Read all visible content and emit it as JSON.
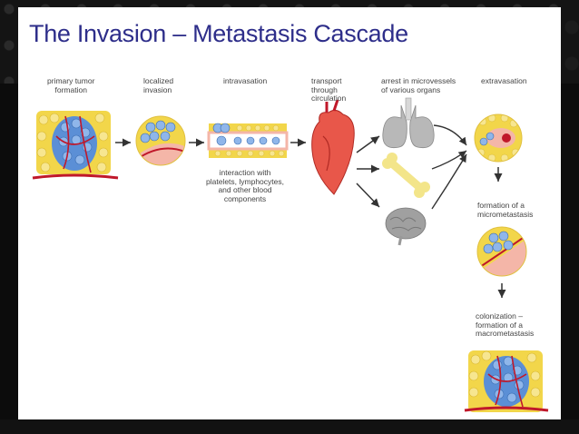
{
  "slide": {
    "title": "The Invasion – Metastasis Cascade"
  },
  "steps": {
    "primary_tumor": [
      "primary tumor",
      "formation"
    ],
    "localized_invasion": [
      "localized",
      "invasion"
    ],
    "intravasation": [
      "intravasation"
    ],
    "transport": [
      "transport",
      "through",
      "circulation"
    ],
    "arrest": [
      "arrest in microvessels",
      "of various organs"
    ],
    "extravasation": [
      "extravasation"
    ],
    "interaction": [
      "interaction with",
      "platelets, lymphocytes,",
      "and other blood",
      "components"
    ],
    "micrometastasis": [
      "formation of a",
      "micrometastasis"
    ],
    "colonization": [
      "colonization –",
      "formation of a",
      "macrometastasis"
    ]
  },
  "colors": {
    "title": "#2e2e8a",
    "tumor_cell": "#5b8fd6",
    "tissue_cell": "#f2d64a",
    "vessel": "#c0182a",
    "stroma": "#f4b6a8",
    "heart": "#e8574a",
    "lung": "#b8b8b8",
    "bone": "#f3e58a",
    "brain": "#a0a0a0"
  },
  "icons": [
    "tumor-tissue-icon",
    "invasion-circle-icon",
    "blood-vessel-icon",
    "heart-icon",
    "lungs-icon",
    "bone-icon",
    "brain-icon",
    "extravasation-circle-icon",
    "micrometastasis-circle-icon",
    "macrometastasis-tissue-icon",
    "arrow-icon"
  ]
}
